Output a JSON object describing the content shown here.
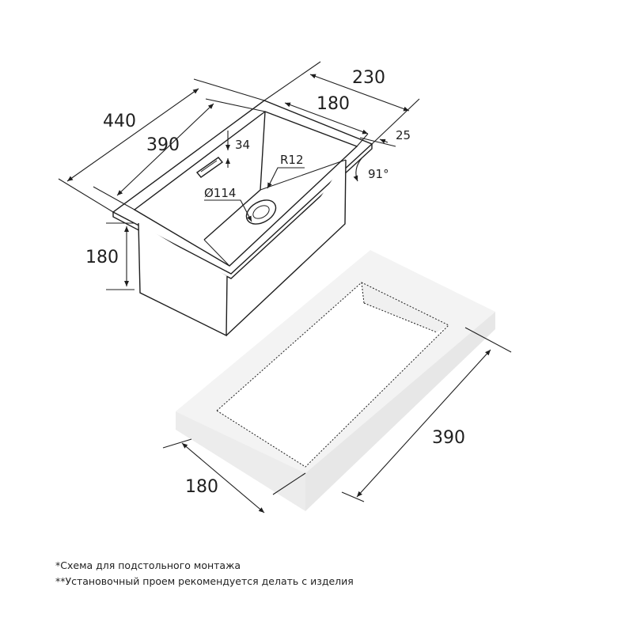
{
  "sink": {
    "total_length": "440",
    "bowl_length": "390",
    "total_width": "230",
    "bowl_width": "180",
    "rim": "25",
    "overflow_height": "34",
    "corner_radius": "R12",
    "drain_diameter": "Ø114",
    "angle": "91°",
    "depth": "180"
  },
  "cutout": {
    "length": "390",
    "width": "180"
  },
  "notes": {
    "line1": "*Схема для подстольного монтажа",
    "line2": "**Установочный проем рекомендуется делать с изделия"
  },
  "colors": {
    "line": "#1f1f1f",
    "slab_top": "#f3f3f3",
    "slab_side": "#e9e9e9"
  }
}
